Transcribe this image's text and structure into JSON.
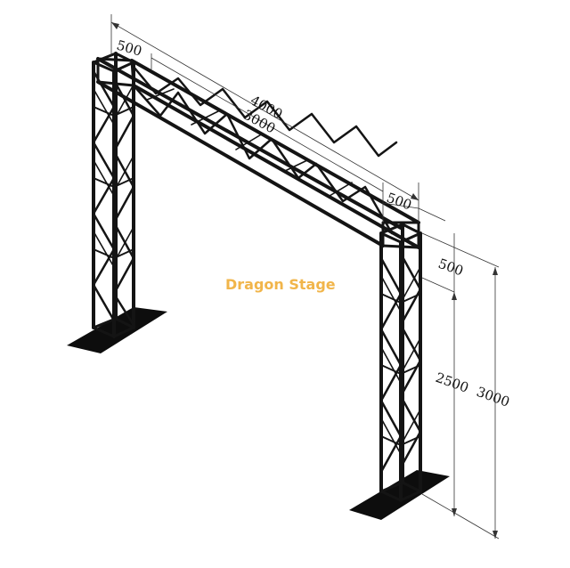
{
  "diagram": {
    "dimensions": {
      "top_left_width": "500",
      "total_span": "4000",
      "inner_span": "3000",
      "top_right_width": "500",
      "beam_depth": "500",
      "clear_height": "2500",
      "total_height": "3000"
    },
    "watermark": "Dragon Stage",
    "colors": {
      "truss": "#141414",
      "base_plate": "#0d0d0d",
      "dimension_line": "#333333",
      "watermark": "#f1b54a"
    }
  }
}
